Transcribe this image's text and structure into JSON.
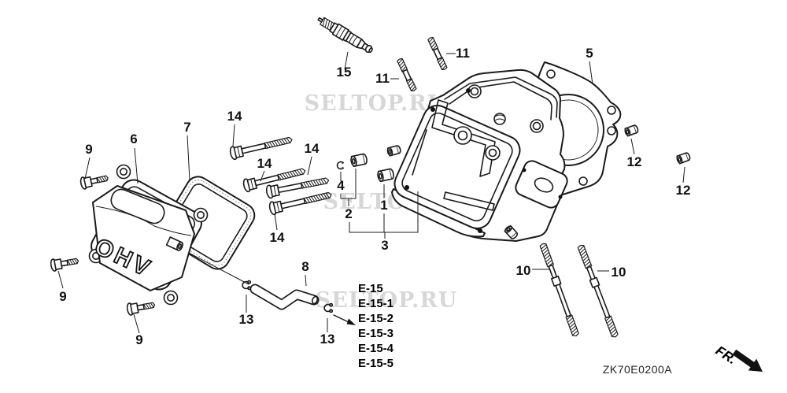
{
  "diagram": {
    "code": "ZK70E0200A",
    "direction_label": "FR.",
    "watermark_text": "SELTOP.RU",
    "cover_embossing": "OHV"
  },
  "callouts": [
    "15",
    "11",
    "11",
    "5",
    "14",
    "14",
    "14",
    "14",
    "7",
    "6",
    "9",
    "9",
    "9",
    "12",
    "12",
    "4",
    "2",
    "1",
    "3",
    "8",
    "13",
    "13",
    "10",
    "10"
  ],
  "reference_links": [
    "E-15",
    "E-15-1",
    "E-15-2",
    "E-15-3",
    "E-15-4",
    "E-15-5"
  ],
  "colors": {
    "line_color": "#1a1a1a",
    "background": "#ffffff",
    "watermark_color": "#8d8d8d"
  }
}
